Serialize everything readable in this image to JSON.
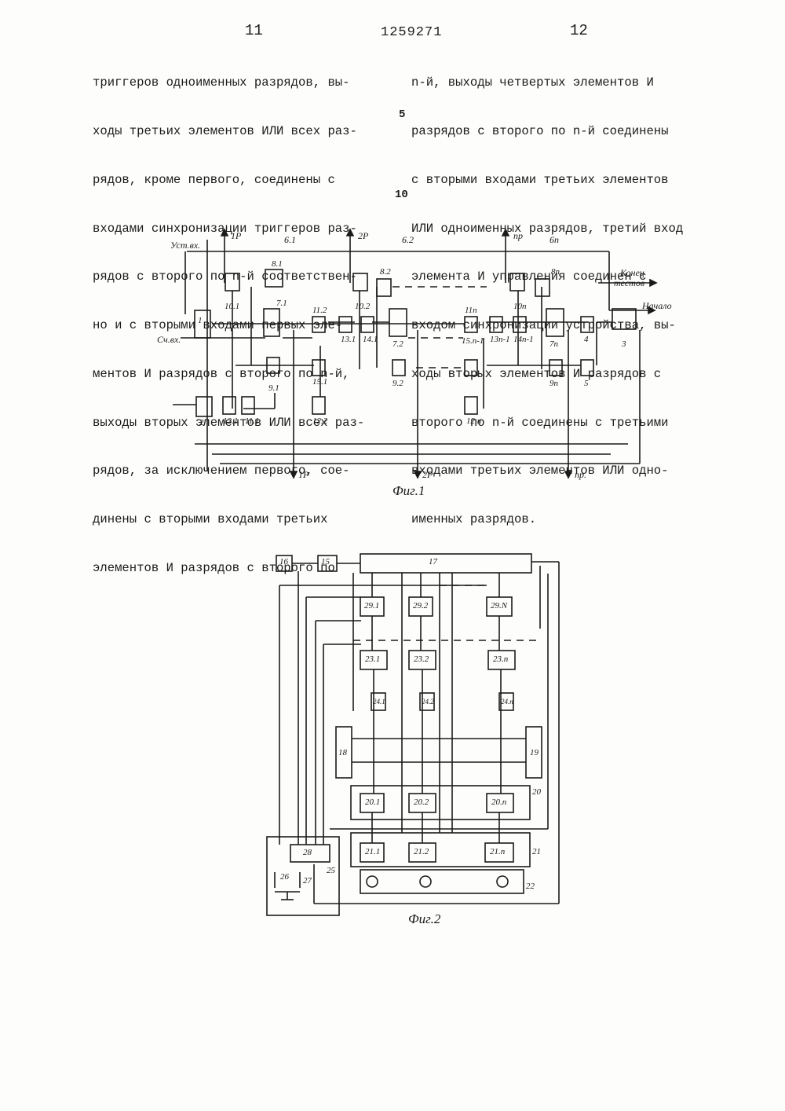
{
  "header": {
    "page_left": "11",
    "page_right": "12",
    "patent_no": "1259271"
  },
  "left_column": [
    "триггеров одноименных разрядов, вы-",
    "ходы третьих элементов ИЛИ всех раз-",
    "рядов, кроме первого, соединены с",
    "входами синхронизации триггеров раз-",
    "рядов с второго по n-й соответствен-",
    "но и с вторыми входами первых эле-",
    "ментов И разрядов с второго по n-й,",
    "выходы вторых элементов ИЛИ всех раз-",
    "рядов, за исключением первого, сое-",
    "динены с вторыми входами третьих",
    "элементов И разрядов с второго по"
  ],
  "right_column": [
    "n-й, выходы четвертых элементов И",
    "разрядов с второго по n-й соединены",
    "с вторыми входами третьих элементов",
    "ИЛИ одноименных разрядов, третий вход",
    "элемента И управления соединен с",
    "входом синхронизации устройства, вы-",
    "ходы вторых элементов И разрядов с",
    "второго по n-й соединены с третьими",
    "входами третьих элементов ИЛИ одно-",
    "именных разрядов."
  ],
  "line_numbers": [
    "5",
    "10"
  ],
  "fig1": {
    "caption": "Фиг.1",
    "labels": {
      "ust_in": "Уст.вх.",
      "sch_in": "Сч.вх.",
      "in_1p": "1Р",
      "in_2p": "2Р",
      "in_pr": "пр",
      "out_1p": "1Р",
      "out_2p": "2Р",
      "out_pr": "пр.",
      "b1": "6.1",
      "b2": "6.2",
      "bn": "6n",
      "konec": "Конец",
      "testov": "тестов",
      "nachalo": "Начало"
    },
    "blocks": {
      "b81": "8.1",
      "b101": "10.1",
      "b71": "7.1",
      "b1": "1",
      "b2": "2",
      "b91": "9.1",
      "b121": "12.1",
      "b111": "11.1",
      "b112": "11.2",
      "b151": "15.1",
      "b122": "12.2",
      "b131": "13.1",
      "b141": "14.1",
      "b82": "8.2",
      "b102": "10.2",
      "b72": "7.2",
      "b92": "9.2",
      "b11n": "11n",
      "b15n1": "15.n-1",
      "b13n1": "13n-1",
      "b14n1": "14n-1",
      "b12n": "12.n",
      "b8n": "8n",
      "b10n": "10n",
      "b7n": "7n",
      "b9n": "9n",
      "b4": "4",
      "b5": "5",
      "b3": "3"
    }
  },
  "fig2": {
    "caption": "Фиг.2",
    "blocks": {
      "b16": "16",
      "b15": "15",
      "b17": "17",
      "b291": "29.1",
      "b292": "29.2",
      "b29n": "29.N",
      "b231": "23.1",
      "b232": "23.2",
      "b23n": "23.n",
      "b241": "24.1",
      "b242": "24.2",
      "b24n": "24.n",
      "b18": "18",
      "b19": "19",
      "b20": "20",
      "b201": "20.1",
      "b202": "20.2",
      "b20n": "20.n",
      "b21": "21",
      "b211": "21.1",
      "b212": "21.2",
      "b21n": "21.n",
      "b22": "22",
      "b25": "25",
      "b26": "26",
      "b27": "27",
      "b28": "28"
    }
  }
}
